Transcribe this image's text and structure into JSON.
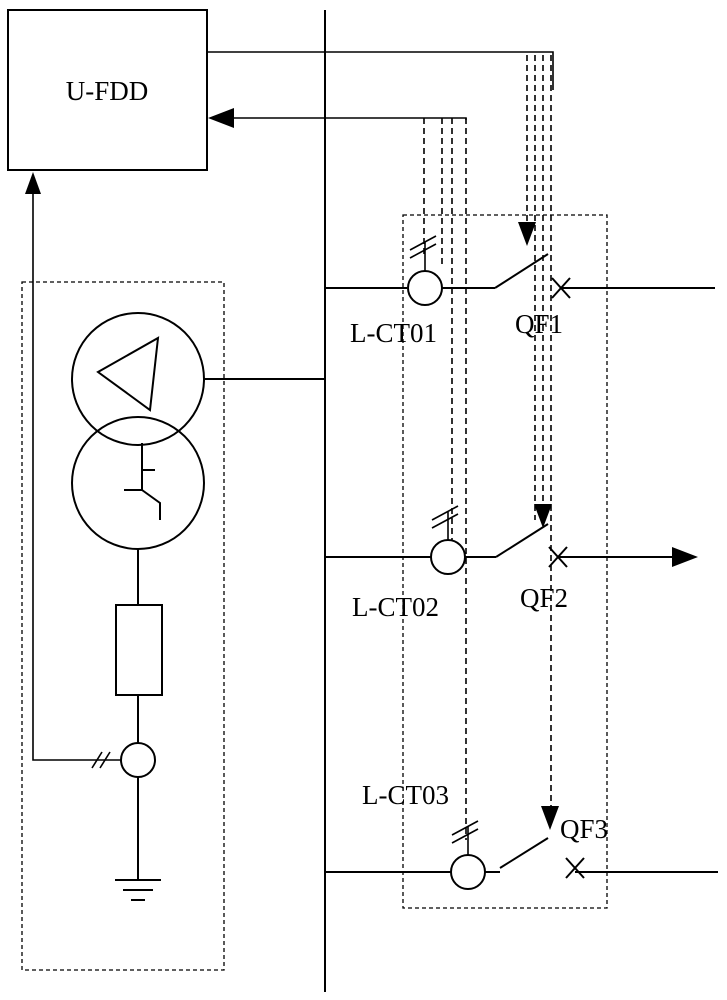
{
  "labels": {
    "controller": "U-FDD",
    "ct01": "L-CT01",
    "ct02": "L-CT02",
    "ct03": "L-CT03",
    "qf1": "QF1",
    "qf2": "QF2",
    "qf3": "QF3"
  }
}
